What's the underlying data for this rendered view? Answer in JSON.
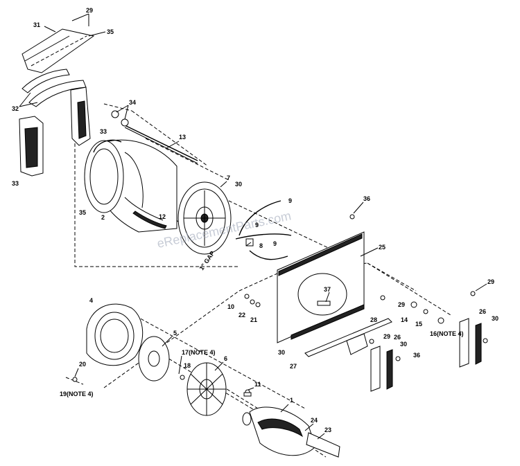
{
  "watermark": "eReplacementParts.com",
  "callouts": {
    "c29_top": "29",
    "c31": "31",
    "c35_top": "35",
    "c32": "32",
    "c34": "34",
    "c33_mid": "33",
    "c13": "13",
    "c33_left": "33",
    "c7": "7",
    "c30_top": "30",
    "c9_top": "9",
    "c36_top": "36",
    "c35_left": "35",
    "c2": "2",
    "c12": "12",
    "c9_mid": "9",
    "c8": "8",
    "c9_low": "9",
    "c25": "25",
    "gap": "1\" GAP",
    "c29_right": "29",
    "c37": "37",
    "c4": "4",
    "c10": "10",
    "c29_mid": "29",
    "c22": "22",
    "c21": "21",
    "c14": "14",
    "c15": "15",
    "c26_right": "26",
    "c30_right": "30",
    "c28": "28",
    "c5": "5",
    "c16_note4": "16(NOTE 4)",
    "c29_low": "29",
    "c26_low": "26",
    "c30_low": "30",
    "c30_left": "30",
    "c17_note4": "17(NOTE 4)",
    "c36_low": "36",
    "c6": "6",
    "c20": "20",
    "c27": "27",
    "c18": "18",
    "c19_note4": "19(NOTE 4)",
    "c11": "11",
    "c1": "1",
    "c24": "24",
    "c23": "23"
  }
}
